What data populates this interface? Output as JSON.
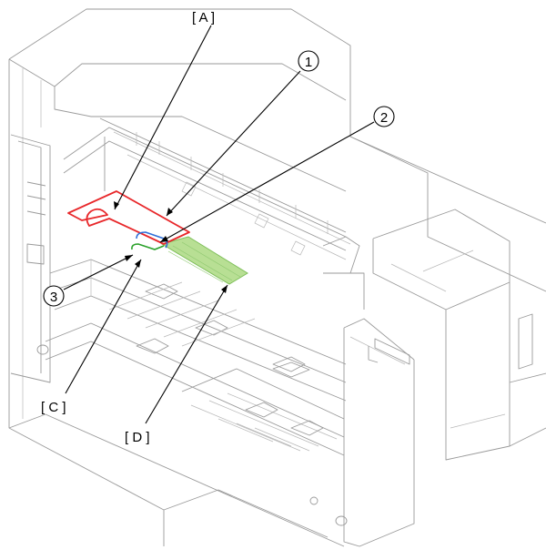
{
  "callouts": {
    "A": "[ A ]",
    "B": "[ C ]",
    "C": "[ D ]",
    "n1": "1",
    "n2": "2",
    "n3": "3"
  },
  "colors": {
    "part_a": "#e8272a",
    "part_1": "#2f6fd8",
    "part_3": "#2aa12a",
    "part_d_fill": "#b8df94",
    "part_d_stroke": "#7fbf5a",
    "machine_line": "#9a9a9a"
  }
}
